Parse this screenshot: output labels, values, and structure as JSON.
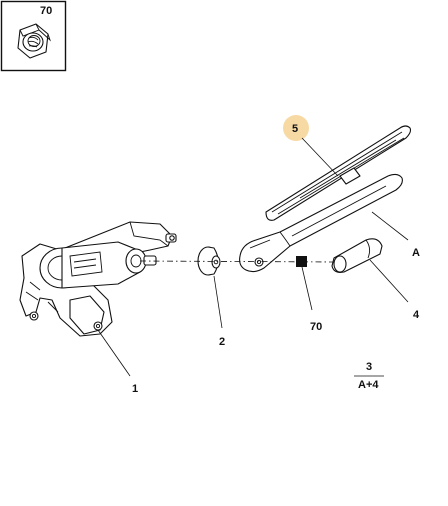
{
  "inset": {
    "ref": "70"
  },
  "callouts": {
    "blade": "5",
    "arm": "A",
    "cap": "4",
    "nut_ref": "70",
    "grommet": "2",
    "motor": "1",
    "kit_top": "3",
    "kit_bottom": "A+4"
  },
  "colors": {
    "highlight_circle": "#f7d9a4",
    "line": "#111111"
  }
}
